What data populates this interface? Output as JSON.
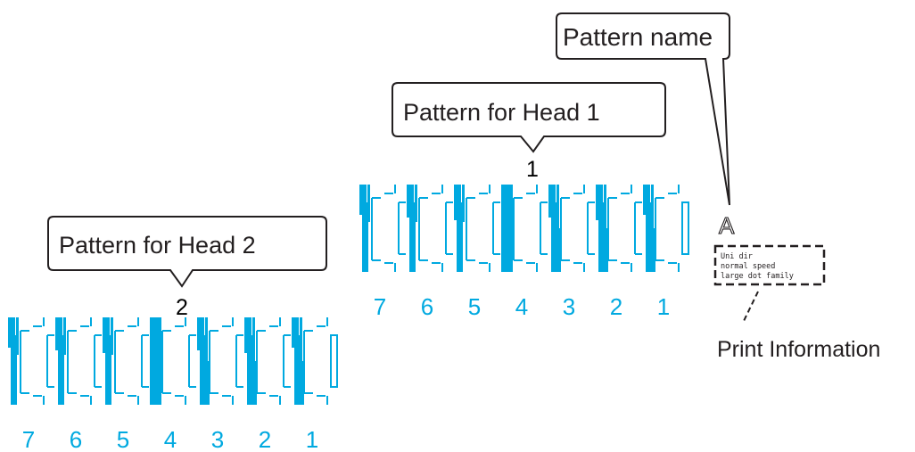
{
  "colors": {
    "pattern": "#00a9e0",
    "ink": "#231f20"
  },
  "callouts": {
    "head1": "Pattern for Head 1",
    "head2": "Pattern for Head 2",
    "pattern_name": "Pattern name"
  },
  "head1": {
    "label": "1",
    "numbers": [
      "7",
      "6",
      "5",
      "4",
      "3",
      "2",
      "1"
    ]
  },
  "head2": {
    "label": "2",
    "numbers": [
      "7",
      "6",
      "5",
      "4",
      "3",
      "2",
      "1"
    ]
  },
  "pattern_letter": "A",
  "print_info": {
    "lines": [
      "Uni dir",
      "normal speed",
      "large dot family"
    ],
    "caption": "Print Information"
  }
}
